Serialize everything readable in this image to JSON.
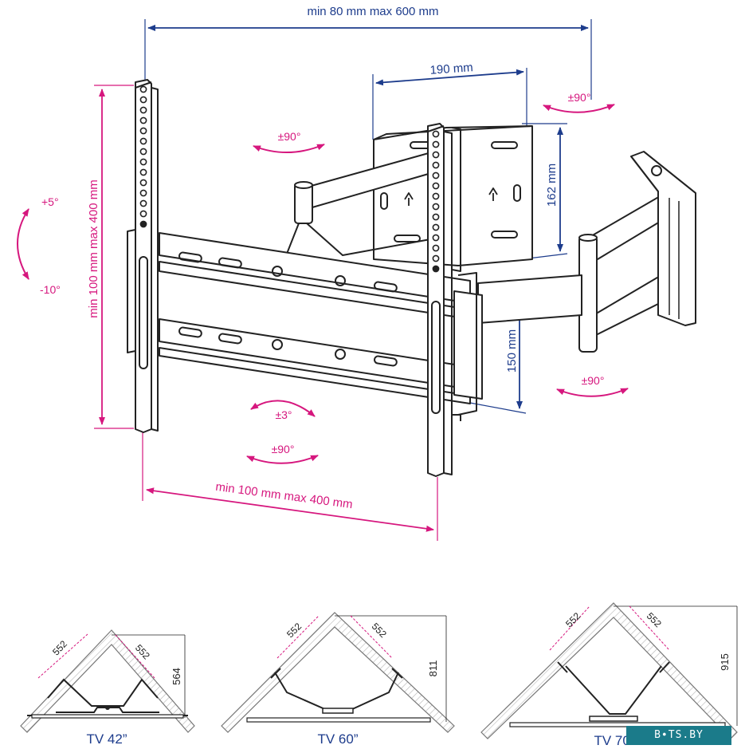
{
  "diagram": {
    "top_dim_label": "min 80 mm max 600 mm",
    "plate_width_label": "190 mm",
    "plate_height_label": "162 mm",
    "arm_offset_label": "150 mm",
    "vertical_vesa_label": "min 100 mm max 400 mm",
    "horizontal_vesa_label": "min 100 mm max 400 mm",
    "tilt_up_label": "+5°",
    "tilt_down_label": "-10°",
    "swivel_wall_label": "±90°",
    "swivel_arm_top_label": "±90°",
    "swivel_arm_bottom_label": "±90°",
    "rotate_label": "±3°",
    "swivel_bottom_label": "±90°"
  },
  "corner_views": [
    {
      "tv_label": "TV 42”",
      "side_a": "552",
      "side_b": "552",
      "depth": "564"
    },
    {
      "tv_label": "TV 60”",
      "side_a": "552",
      "side_b": "552",
      "depth": "811"
    },
    {
      "tv_label": "TV 70”",
      "side_a": "552",
      "side_b": "552",
      "depth": "915"
    }
  ],
  "watermark": "B∙TS.BY",
  "colors": {
    "dimension_blue": "#1d3c8c",
    "angle_magenta": "#d6177e",
    "line": "#222222",
    "wall": "#9a9a9a"
  }
}
